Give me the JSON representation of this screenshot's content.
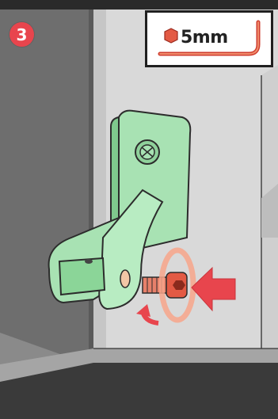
{
  "step": {
    "number": "3"
  },
  "tool": {
    "label": "5mm",
    "name": "hex-key"
  },
  "colors": {
    "accent_red": "#e8454d",
    "bracket_green": "#9fdcaa",
    "wall_gray": "#d8d8d8",
    "frame_dark": "#1b1b1b"
  },
  "icons": [
    "hex-head-icon",
    "allen-key-icon",
    "rotate-arrow-icon",
    "push-arrow-icon"
  ]
}
